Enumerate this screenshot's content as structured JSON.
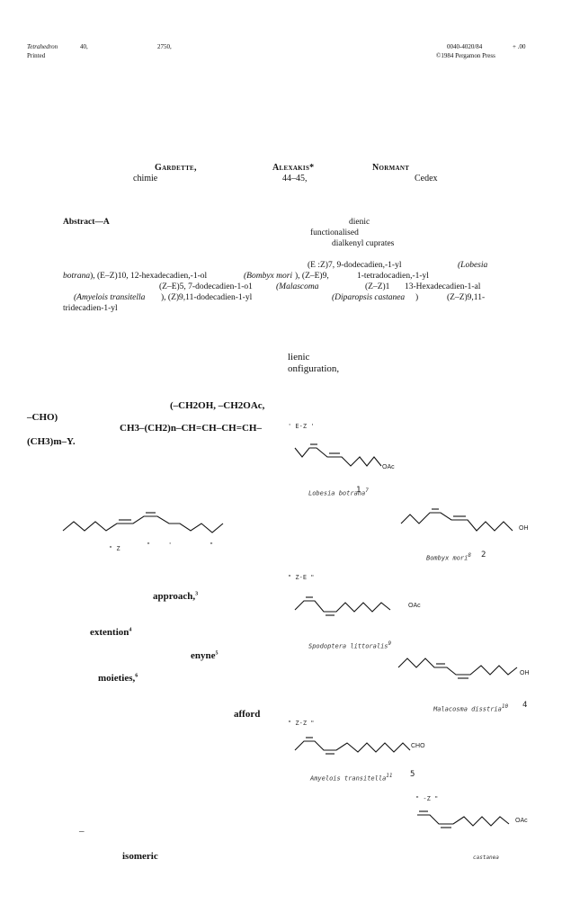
{
  "header": {
    "journal": "Tetrahedron",
    "volume": "40,",
    "page": "2750,",
    "code": "0040-4020/84",
    "price": "+ .00",
    "printed": "Printed",
    "publisher": "©1984 Pergamon Press"
  },
  "authors": {
    "a1": "Gardette,",
    "a2": "Alexakis*",
    "a3": "Normant"
  },
  "affiliation": {
    "part1": "chimie",
    "part2": "44–45,",
    "part3": "Cedex"
  },
  "abstract": {
    "label": "Abstract—A",
    "w_dienic": "dienic",
    "w_functionalised": "functionalised",
    "w_dialkenyl": "dialkenyl cuprates",
    "l5_a": "(E :Z)7, 9-dodecadien,-1-yl",
    "l5_b": "(Lobesia",
    "l6_a": "botrana",
    "l6_b": "), (E–Z)10, 12-hexadecadien,-1-ol",
    "l6_c": "(Bombyx mori",
    "l6_d": "), (Z–E)9,",
    "l6_e": "1-tetradocadien,-1-yl",
    "l7_a": "(Z–E)5, 7-dodecadien-1-o1",
    "l7_b": "(Malascoma",
    "l7_c": "(Z–Z)1",
    "l7_d": "13-Hexadecadien-1-al",
    "l8_a": "(Amyelois transitella",
    "l8_b": "), (Z)9,11-dodecadien-1-yl",
    "l8_c": "(Diparopsis castanea",
    "l8_d": ")",
    "l8_e": "(Z–Z)9,11-",
    "l9": "tridecadien-1-yl"
  },
  "body": {
    "t_dienic": "lienic",
    "t_config": "onfiguration,",
    "groups": "(–CH2OH, –CH2OAc,",
    "cho": "–CHO)",
    "formula": "CH3–(CH2)n–CH=CH–CH=CH–",
    "formula_end": "(CH3)m–Y.",
    "approach": "approach,",
    "approach_ref": "3",
    "extention": "extention",
    "extention_ref": "4",
    "enyne": "enyne",
    "enyne_ref": "5",
    "moieties": "moieties,",
    "moieties_ref": "6",
    "afford": "afford",
    "dash": "–",
    "isomeric": "isomeric"
  },
  "scheme": {
    "cfg_ez": "' E-Z '",
    "cfg_ze": "\" Z-E \"",
    "cfg_zz": "\" Z-Z \"",
    "cfg_z": "\" -Z \"",
    "left_marks": [
      "\" Z",
      "\"",
      "'",
      "\""
    ],
    "c1": "Lobesia botrana",
    "c1_ref": "7",
    "c1_num": "1",
    "c2": "Bombyx mori",
    "c2_ref": "8",
    "c2_num": "2",
    "c3": "Spodoptera littoralis",
    "c3_ref": "9",
    "c4": "Malacosma disstria",
    "c4_ref": "10",
    "c4_num": "4",
    "c5": "Amyelois transitella",
    "c5_ref": "11",
    "c5_num": "5",
    "c6": "castanea",
    "g_oac": "OAc",
    "g_oh": "OH",
    "g_cho": "CHO"
  }
}
